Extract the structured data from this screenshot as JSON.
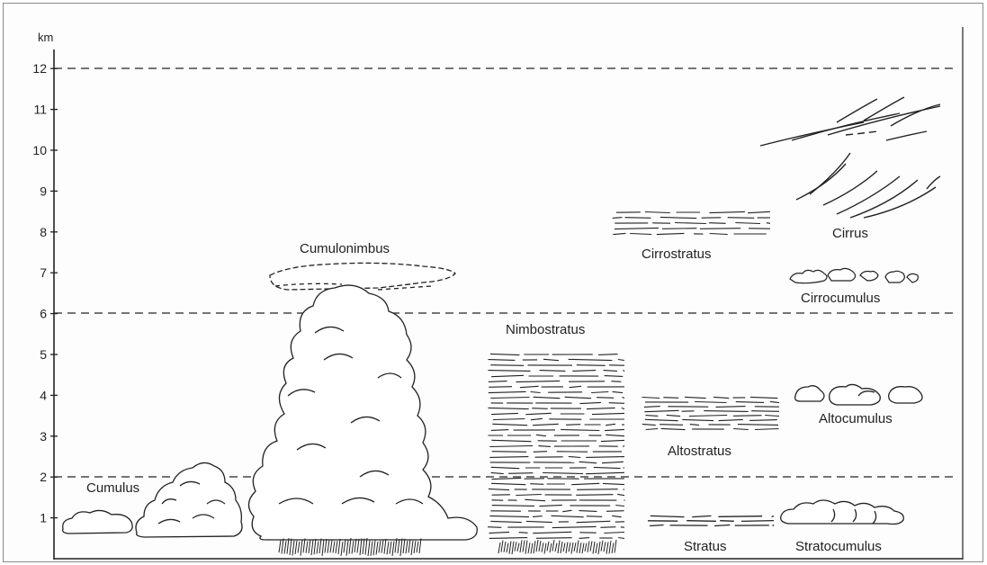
{
  "diagram": {
    "axis_unit": "km",
    "ticks": [
      "1",
      "2",
      "3",
      "4",
      "5",
      "6",
      "7",
      "8",
      "9",
      "10",
      "11",
      "12"
    ],
    "reference_levels_km": [
      2,
      6,
      12
    ],
    "clouds": {
      "cumulus": "Cumulus",
      "cumulonimbus": "Cumulonimbus",
      "nimbostratus": "Nimbostratus",
      "cirrostratus": "Cirrostratus",
      "cirrus": "Cirrus",
      "cirrocumulus": "Cirrocumulus",
      "altocumulus": "Altocumulus",
      "altostratus": "Altostratus",
      "stratus": "Stratus",
      "stratocumulus": "Stratocumulus"
    },
    "colors": {
      "ink": "#222222",
      "background": "#fdfdfd"
    }
  }
}
